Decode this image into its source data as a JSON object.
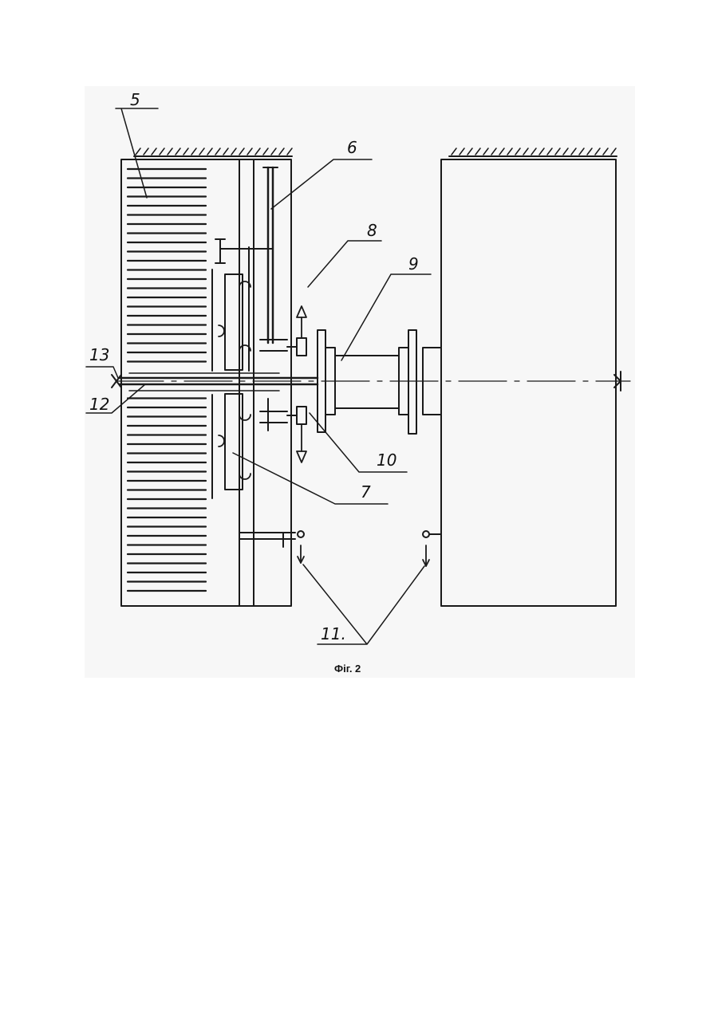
{
  "figure": {
    "caption": "Фіг. 2",
    "labels": [
      "5",
      "6",
      "8",
      "9",
      "13",
      "12",
      "10",
      "7",
      "11."
    ]
  }
}
